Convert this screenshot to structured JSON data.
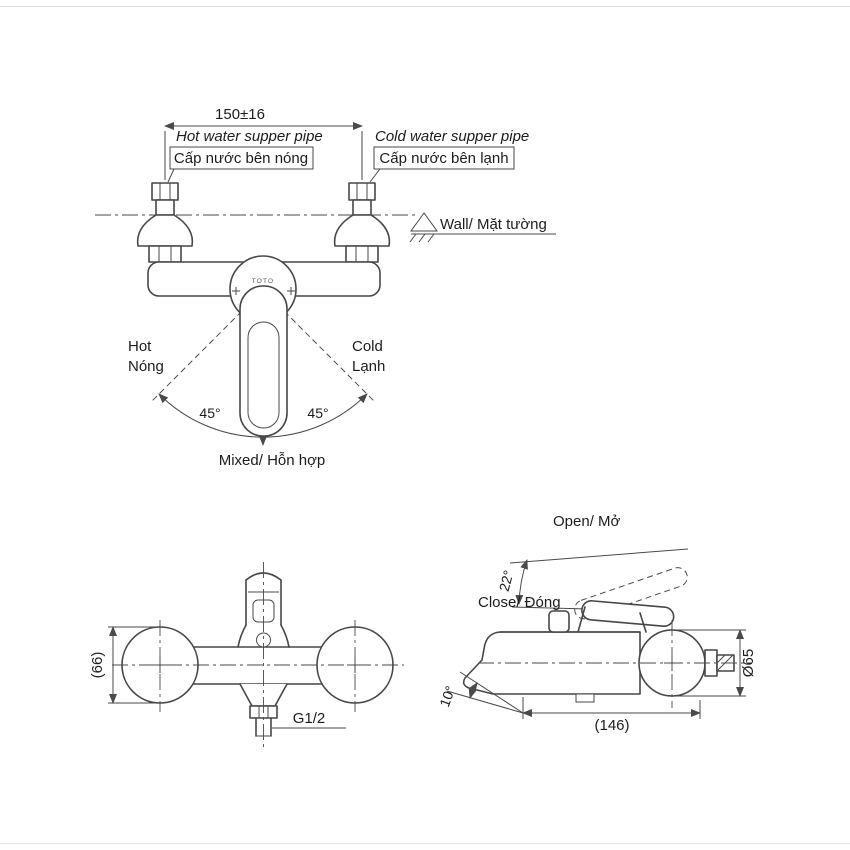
{
  "colors": {
    "background": "#ffffff",
    "line": "#4a4a4a",
    "text": "#1c1c1c"
  },
  "top_view": {
    "dim": "150±16",
    "hot_supply_en": "Hot water supper pipe",
    "hot_supply_vi": "Cấp nước bên nóng",
    "cold_supply_en": "Cold water supper pipe",
    "cold_supply_vi": "Cấp nước bên lạnh",
    "wall": "Wall/ Mặt tường",
    "brand": "TOTO",
    "hot_en": "Hot",
    "hot_vi": "Nóng",
    "cold_en": "Cold",
    "cold_vi": "Lạnh",
    "angle_left": "45°",
    "angle_right": "45°",
    "mixed": "Mixed/ Hỗn hợp"
  },
  "front_view": {
    "height_dim": "(66)",
    "thread": "G1/2"
  },
  "side_view": {
    "open": "Open/ Mở",
    "open_angle": "22°",
    "close": "Close/ Đóng",
    "spout_angle": "10°",
    "depth_dim": "(146)",
    "flange_dia": "Ø65"
  }
}
